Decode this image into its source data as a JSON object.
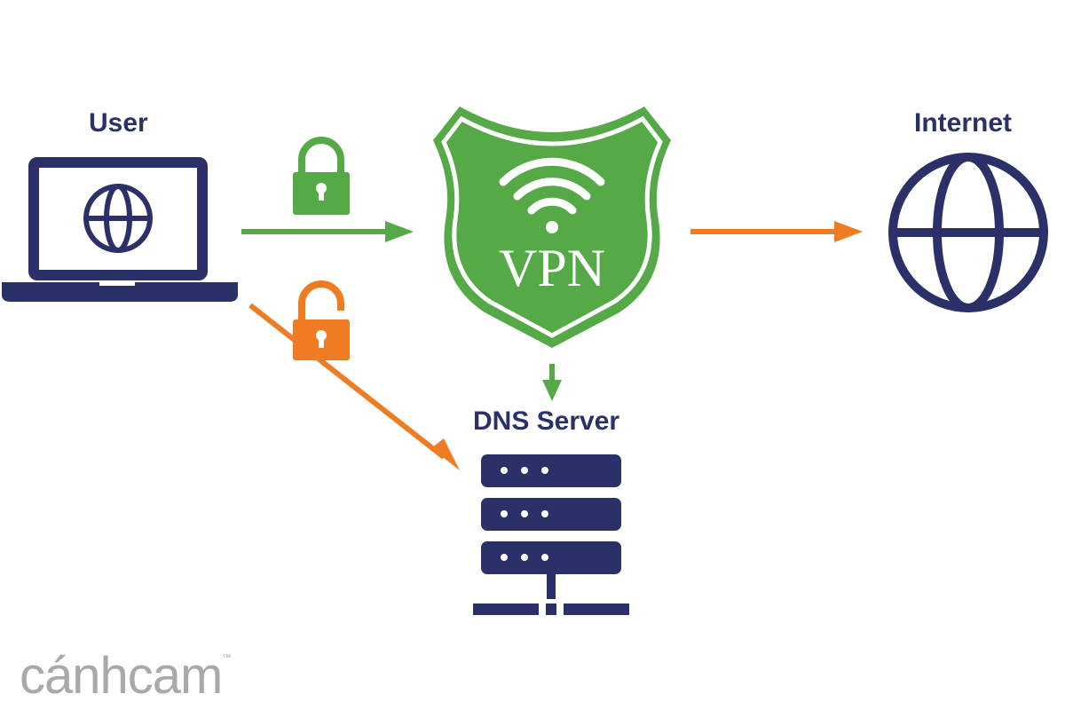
{
  "nodes": {
    "user": {
      "label": "User"
    },
    "vpn": {
      "label": "VPN"
    },
    "internet": {
      "label": "Internet"
    },
    "dns": {
      "label": "DNS Server"
    }
  },
  "edges": [
    {
      "from": "user",
      "to": "vpn",
      "color": "#56a947",
      "lock": "closed"
    },
    {
      "from": "vpn",
      "to": "internet",
      "color": "#ef7c23"
    },
    {
      "from": "vpn",
      "to": "dns",
      "color": "#56a947"
    },
    {
      "from": "user",
      "to": "dns",
      "color": "#ef7c23",
      "lock": "open"
    }
  ],
  "colors": {
    "navy": "#2b3168",
    "green": "#56a947",
    "orange": "#ef7c23",
    "logo_gray": "#a7a9ab"
  },
  "icons": {
    "user": "laptop-globe-icon",
    "vpn": "shield-wifi-icon",
    "internet": "globe-icon",
    "dns": "server-rack-icon"
  },
  "logo": {
    "text": "cánhcam",
    "tm": "™"
  }
}
